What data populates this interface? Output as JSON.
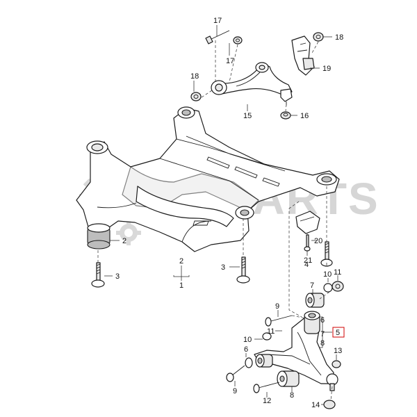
{
  "watermark": {
    "text": "RMPARTS"
  },
  "callouts": {
    "c1": "1",
    "c2_frame": "2",
    "c2_mount": "2",
    "c3_left": "3",
    "c3_mid": "3",
    "c4": "4",
    "c5": "5",
    "c6_stack": "6",
    "c6_lower": "6",
    "c7_top": "7",
    "c7_stack": "7",
    "c8_stack": "8",
    "c8_lower": "8",
    "c9_top": "9",
    "c9_lower": "9",
    "c10_top": "10",
    "c10_left": "10",
    "c11_top": "11",
    "c11_mid": "11",
    "c12": "12",
    "c13": "13",
    "c14": "14",
    "c15": "15",
    "c16": "16",
    "c17_top": "17",
    "c17_mid": "17",
    "c18_right": "18",
    "c18_left": "18",
    "c19": "19",
    "c20": "20",
    "c21": "21"
  }
}
